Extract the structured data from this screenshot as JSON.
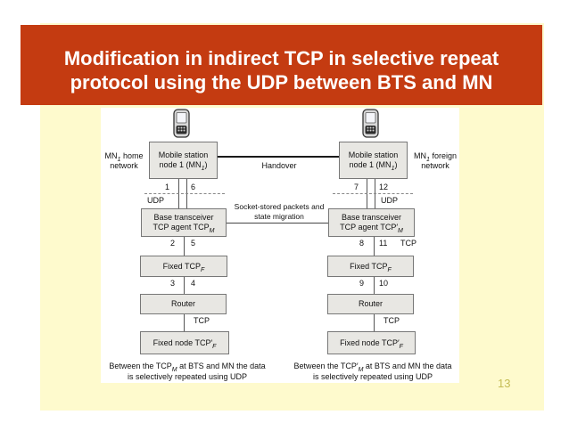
{
  "slide": {
    "title": {
      "line1": "Modification in indirect TCP in selective repeat",
      "line2": "protocol using the UDP between BTS and MN"
    },
    "page_number": "13"
  },
  "colors": {
    "title_band": "#C43B11",
    "slide_panel": "#FEFACD",
    "page_number_text": "#C4BC55",
    "diagram_box_fill": "#E8E7E3",
    "diagram_box_border": "#777777"
  },
  "diagram": {
    "phone_icon": "mobile-phone-icon",
    "handover_label": "Handover",
    "socket_label": {
      "line1": "Socket-stored packets and",
      "line2": "state migration"
    },
    "left": {
      "network": {
        "l1_pre": "MN",
        "l1_sub": "1",
        "l1_post": " home",
        "l2": "network"
      },
      "ms_box": {
        "line1": "Mobile station",
        "line2_pre": "node 1 (MN",
        "line2_sub": "1",
        "line2_post": ")"
      },
      "seq_top": [
        "1",
        "6"
      ],
      "udp": "UDP",
      "bts_box": {
        "line1": "Base transceiver",
        "line2_pre": "TCP agent TCP",
        "line2_sub": "M"
      },
      "seq_mid": [
        "2",
        "5"
      ],
      "fixed_box": {
        "pre": "Fixed TCP",
        "sub": "F"
      },
      "seq_bot": [
        "3",
        "4"
      ],
      "router_label": "Router",
      "tcp_label": "TCP",
      "fixed_node_box": {
        "pre": "Fixed node TCP′",
        "sub": "F"
      },
      "caption": {
        "l1_pre": "Between the TCP",
        "l1_sub": "M",
        "l1_post": " at BTS and MN the data",
        "l2": "is selectively repeated using UDP"
      }
    },
    "right": {
      "network": {
        "l1_pre": "MN",
        "l1_sub": "1",
        "l1_post": " foreign",
        "l2": "network"
      },
      "ms_box": {
        "line1": "Mobile station",
        "line2_pre": "node 1 (MN",
        "line2_sub": "1",
        "line2_post": ")"
      },
      "seq_top": [
        "7",
        "12"
      ],
      "udp": "UDP",
      "bts_box": {
        "line1": "Base transceiver",
        "line2_pre": "TCP agent TCP′",
        "line2_sub": "M"
      },
      "seq_mid": [
        "8",
        "11"
      ],
      "tcp_mid_label": "TCP",
      "fixed_box": {
        "pre": "Fixed TCP",
        "sub": "F"
      },
      "seq_bot": [
        "9",
        "10"
      ],
      "router_label": "Router",
      "tcp_label": "TCP",
      "fixed_node_box": {
        "pre": "Fixed node TCP′",
        "sub": "F"
      },
      "caption": {
        "l1_pre": "Between the TCP′",
        "l1_sub": "M",
        "l1_post": " at BTS and MN the data",
        "l2": "is selectively repeated using UDP"
      }
    }
  }
}
